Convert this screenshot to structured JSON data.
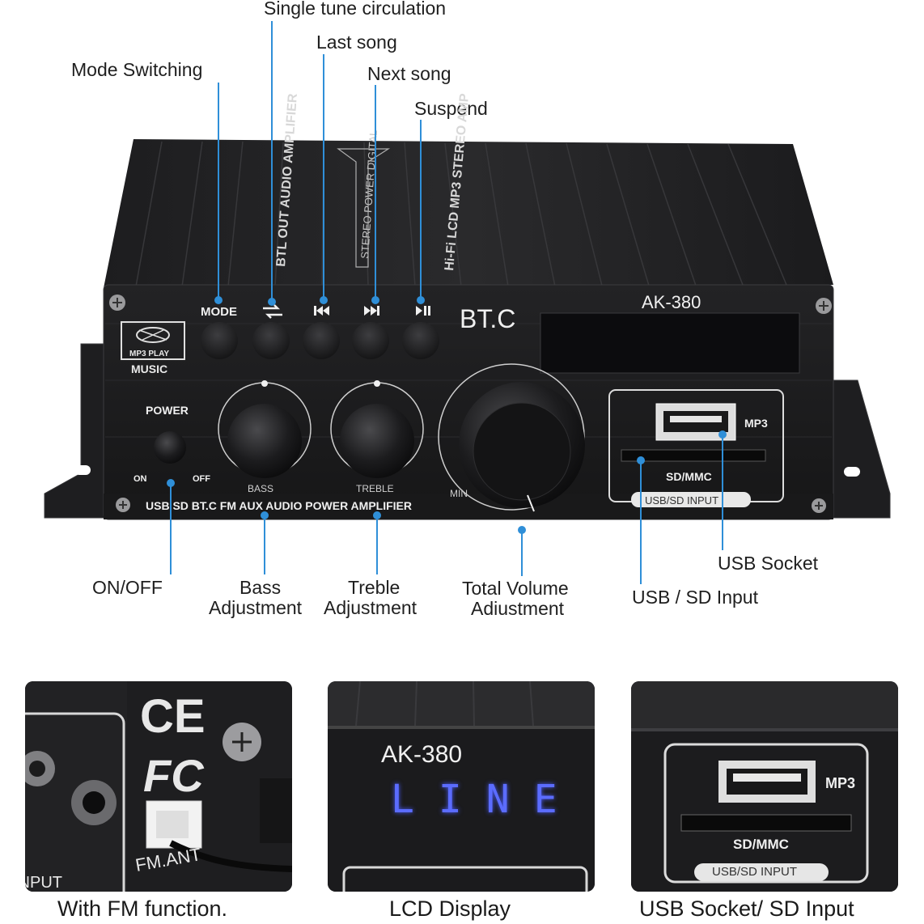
{
  "callouts": {
    "single_tune": "Single tune circulation",
    "mode_switching": "Mode Switching",
    "last_song": "Last song",
    "next_song": "Next song",
    "suspend": "Suspend",
    "on_off": "ON/OFF",
    "bass_1": "Bass",
    "bass_2": "Adjustment",
    "treble_1": "Treble",
    "treble_2": "Adjustment",
    "volume_1": "Total Volume",
    "volume_2": "Adiustment",
    "usb_socket": "USB Socket",
    "usb_sd_input": "USB / SD Input"
  },
  "device": {
    "top_text_1": "BTL OUT AUDIO AMPLIFIER",
    "top_text_2": "STEREO POWER DIGITAL",
    "top_text_3": "Hi-Fi LCD MP3 STEREO AMP",
    "mode_label": "MODE",
    "brand": "BT.C",
    "model": "AK-380",
    "mp3_play": "MP3 PLAY",
    "music": "MUSIC",
    "power": "POWER",
    "on": "ON",
    "off": "OFF",
    "front_strip": "USB SD BT.C FM AUX AUDIO POWER AMPLIFIER",
    "mp3": "MP3",
    "sd_mmc": "SD/MMC",
    "usb_sd_input": "USB/SD INPUT",
    "bass_knob": "BASS",
    "treble_knob": "TREBLE",
    "min": "MIN"
  },
  "panels": {
    "fm": {
      "ce": "CE",
      "fc": "FC",
      "fm_ant": "FM.ANT",
      "input": "INPUT",
      "caption": "With FM function."
    },
    "lcd": {
      "model": "AK-380",
      "display": "LINE",
      "caption": "LCD Display"
    },
    "usb": {
      "mp3": "MP3",
      "sd_mmc": "SD/MMC",
      "usb_sd_input": "USB/SD INPUT",
      "caption": "USB Socket/ SD Input"
    }
  },
  "colors": {
    "callout_line": "#2f8fd8",
    "lcd_text": "#5b6cff",
    "body": "#1b1b1c"
  },
  "icons": [
    "repeat-icon",
    "previous-track-icon",
    "next-track-icon",
    "play-pause-icon",
    "mp3-disc-icon",
    "screw-icon"
  ]
}
